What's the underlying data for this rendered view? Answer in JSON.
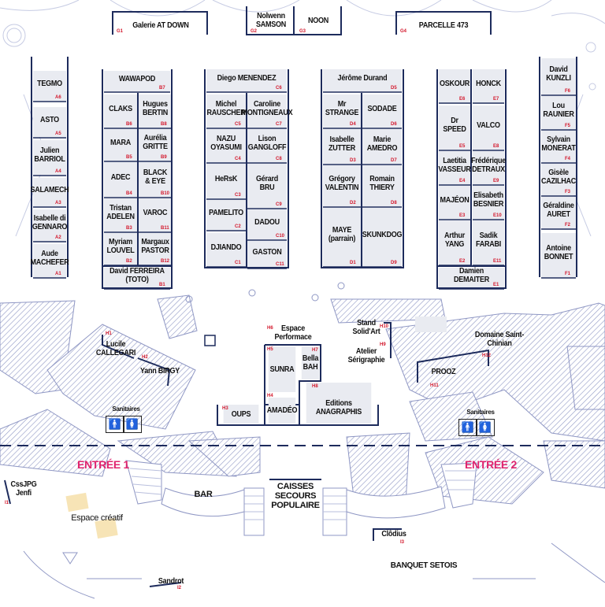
{
  "colors": {
    "line": "#1d2b5c",
    "hatch": "#8f97c4",
    "stand_fill": "#e9ebf1",
    "code": "#d3172b",
    "entry": "#e0236d"
  },
  "top": [
    {
      "name": "Galerie AT DOWN",
      "code": "G1"
    },
    {
      "name": "Nolwenn SAMSON",
      "code": "G2"
    },
    {
      "name": "NOON",
      "code": "G3"
    },
    {
      "name": "PARCELLE 473",
      "code": "G4"
    }
  ],
  "col_a": [
    {
      "name": "TEGMO",
      "code": "A6"
    },
    {
      "name": "ASTO",
      "code": "A5"
    },
    {
      "name": "Julien BARRIOL",
      "code": "A4"
    },
    {
      "name": "SALAMECH",
      "code": "A3"
    },
    {
      "name": "Isabelle di GENNARO",
      "code": "A2"
    },
    {
      "name": "Aude MACHEFER",
      "code": "A1"
    }
  ],
  "col_b": [
    {
      "name": "WAWAPOD",
      "code": "B7"
    },
    {
      "name": "CLAKS",
      "code": "B6"
    },
    {
      "name": "Hugues BERTIN",
      "code": "B8"
    },
    {
      "name": "MARA",
      "code": "B5"
    },
    {
      "name": "Aurélia GRITTE",
      "code": "B9"
    },
    {
      "name": "ADEC",
      "code": "B4"
    },
    {
      "name": "BLACK & EYE",
      "code": "B10"
    },
    {
      "name": "Tristan ADELEN",
      "code": "B3"
    },
    {
      "name": "VAROC",
      "code": "B11"
    },
    {
      "name": "Myriam LOUVEL",
      "code": "B2"
    },
    {
      "name": "Margaux PASTOR",
      "code": "B12"
    },
    {
      "name": "David FERREIRA (TOTO)",
      "code": "B1"
    }
  ],
  "col_c": [
    {
      "name": "Diego MENENDEZ",
      "code": "C6"
    },
    {
      "name": "Michel RAUSCHER",
      "code": "C5"
    },
    {
      "name": "Caroline MONTIGNEAUX",
      "code": "C7"
    },
    {
      "name": "NAZU OYASUMI",
      "code": "C4"
    },
    {
      "name": "Lison GANGLOFF",
      "code": "C8"
    },
    {
      "name": "HeRsK",
      "code": "C3"
    },
    {
      "name": "Gérard BRU",
      "code": "C9"
    },
    {
      "name": "PAMELITO",
      "code": "C2"
    },
    {
      "name": "DADOU",
      "code": "C10"
    },
    {
      "name": "DJIANDO",
      "code": "C1"
    },
    {
      "name": "GASTON",
      "code": "C11"
    }
  ],
  "col_d": [
    {
      "name": "Jérôme Durand",
      "code": "D5"
    },
    {
      "name": "Mr STRANGE",
      "code": "D4"
    },
    {
      "name": "SODADE",
      "code": "D6"
    },
    {
      "name": "Isabelle ZUTTER",
      "code": "D3"
    },
    {
      "name": "Marie AMEDRO",
      "code": "D7"
    },
    {
      "name": "Grégory VALENTIN",
      "code": "D2"
    },
    {
      "name": "Romain THIERY",
      "code": "D8"
    },
    {
      "name": "MAYE (parrain)",
      "code": "D1"
    },
    {
      "name": "SKUNKDOG",
      "code": "D9"
    }
  ],
  "col_e": [
    {
      "name": "OSKOUR",
      "code": "E6"
    },
    {
      "name": "HONCK",
      "code": "E7"
    },
    {
      "name": "Dr SPEED",
      "code": "E5"
    },
    {
      "name": "VALCO",
      "code": "E8"
    },
    {
      "name": "Laetitia VASSEUR",
      "code": "E4"
    },
    {
      "name": "Frédérique DETRAUX",
      "code": "E9"
    },
    {
      "name": "MAJÉON",
      "code": "E3"
    },
    {
      "name": "Elisabeth BESNIER",
      "code": "E10"
    },
    {
      "name": "Arthur YANG",
      "code": "E2"
    },
    {
      "name": "Sadik FARABI",
      "code": "E11"
    },
    {
      "name": "Damien DEMAITER",
      "code": "E1"
    }
  ],
  "col_f": [
    {
      "name": "David KUNZLI",
      "code": "F6"
    },
    {
      "name": "Lou RAUNIER",
      "code": "F5"
    },
    {
      "name": "Sylvain MONERAT",
      "code": "F4"
    },
    {
      "name": "Gisèle CAZILHAC",
      "code": "F3"
    },
    {
      "name": "Géraldine AURET",
      "code": "F2"
    },
    {
      "name": "Antoine BONNET",
      "code": "F1"
    }
  ],
  "h": [
    {
      "name": "Lucile CALLEGARI",
      "code": "H1"
    },
    {
      "name": "Yann BIRGY",
      "code": "H2"
    },
    {
      "name": "OUPS",
      "code": "H3"
    },
    {
      "name": "AMADÉO",
      "code": "H4"
    },
    {
      "name": "SUNRA",
      "code": "H5"
    },
    {
      "name": "Espace Performace",
      "code": "H6"
    },
    {
      "name": "Bella BAH",
      "code": "H7"
    },
    {
      "name": "Editions ANAGRAPHIS",
      "code": "H8"
    },
    {
      "name": "Atelier Sérigraphie",
      "code": "H9"
    },
    {
      "name": "Stand Solid'Art",
      "code": "H10"
    },
    {
      "name": "PROOZ",
      "code": "H11"
    },
    {
      "name": "Domaine Saint-Chinian",
      "code": "H12"
    }
  ],
  "i": [
    {
      "name": "CssJPG Jenfi",
      "code": "I1"
    },
    {
      "name": "Sandrot",
      "code": "I2"
    },
    {
      "name": "Clôdius",
      "code": "I3"
    }
  ],
  "labels": {
    "sanitaires": "Sanitaires",
    "entree1": "ENTRÉE 1",
    "entree2": "ENTRÉE 2",
    "bar": "BAR",
    "caisses": "CAISSES SECOURS POPULAIRE",
    "espace_creatif": "Espace créatif",
    "banquet": "BANQUET SETOIS"
  }
}
